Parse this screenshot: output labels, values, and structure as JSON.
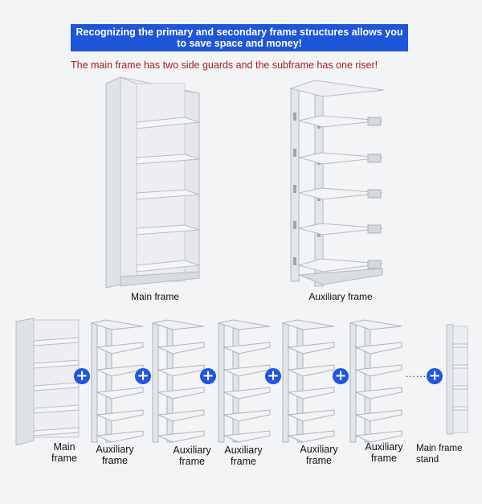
{
  "header": {
    "banner_line1": "Recognizing the primary and secondary frame structures allows you",
    "banner_line2": "to save space and money!",
    "subtitle": "The main frame has two side guards and the subframe has one riser!",
    "banner_color": "#1f56d8",
    "subtitle_color": "#a32020"
  },
  "top": {
    "main_caption": "Main frame",
    "aux_caption": "Auxiliary frame"
  },
  "bottom": {
    "captions": [
      [
        "Main",
        "frame"
      ],
      [
        "Auxiliary",
        "frame"
      ],
      [
        "Auxiliary",
        "frame"
      ],
      [
        "Auxiliary",
        "frame"
      ],
      [
        "Auxiliary",
        "frame"
      ],
      [
        "Auxiliary",
        "frame"
      ],
      [
        "Main frame",
        "stand"
      ]
    ],
    "dots": "......",
    "plus_symbol": "+",
    "plus_color": "#2156e0"
  }
}
